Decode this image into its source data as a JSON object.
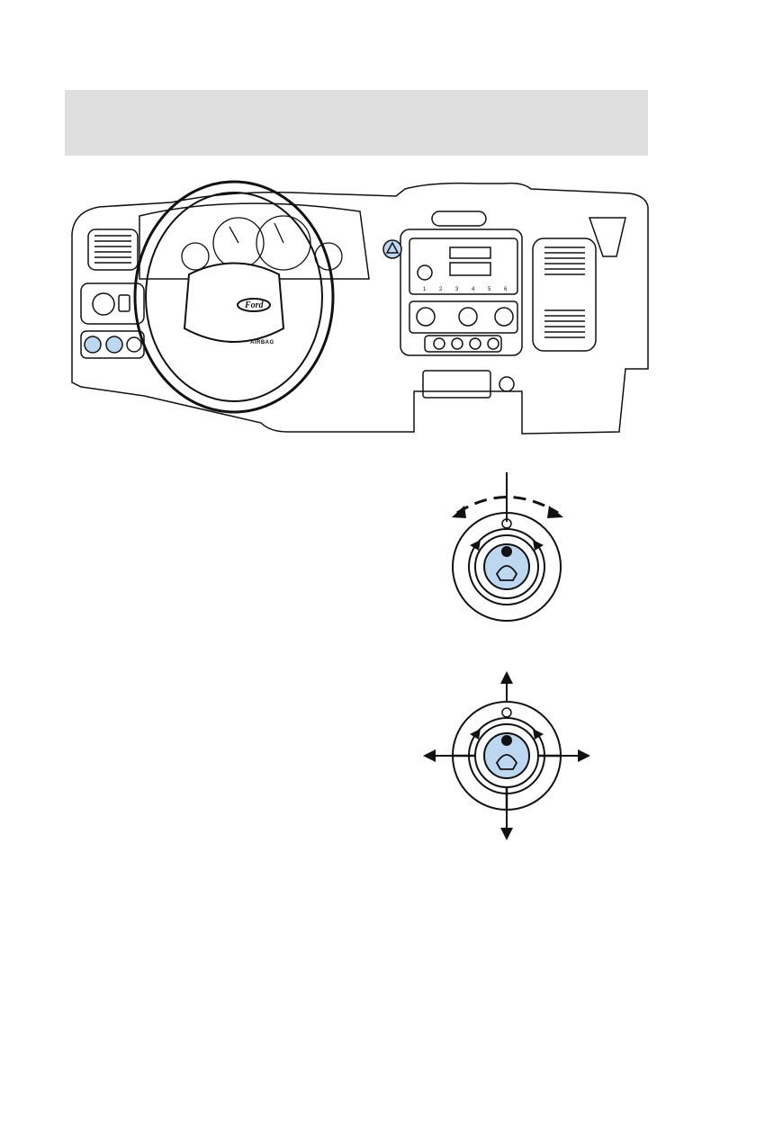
{
  "header": {
    "title": ""
  },
  "dashboard": {
    "steering_badge": "Ford",
    "airbag_label": "AIRBAG",
    "radio_presets": [
      "1",
      "2",
      "3",
      "4",
      "5",
      "6"
    ]
  },
  "colors": {
    "accent_blue": "#bcd7ef",
    "line": "#111111",
    "header_gray": "#dedede"
  }
}
